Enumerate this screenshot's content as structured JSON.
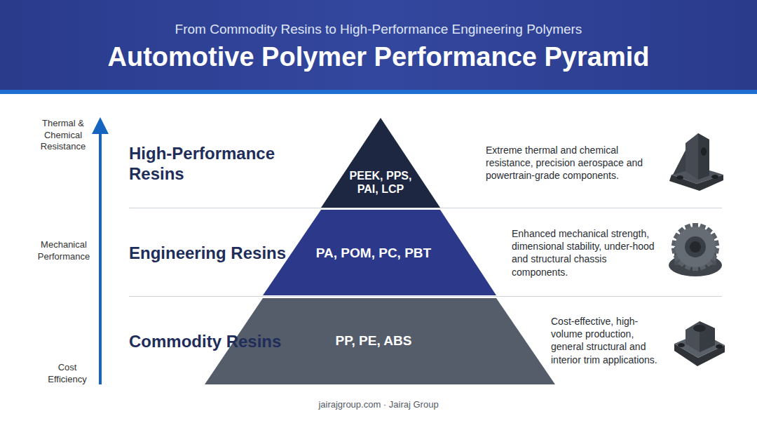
{
  "diagram": {
    "title": "Automotive Polymer Performance Pyramid",
    "caption": "jairajgroup.com · Jairaj Group",
    "nodes": [
      {
        "text": [
          "High-Performance Resins",
          "PEEK, PPS, PAI, LCP"
        ]
      },
      {
        "text": [
          "Engineering Resins",
          "PA, POM, PC, PBT"
        ]
      },
      {
        "text": [
          "Commodity Resins",
          "PP, PE, ABS"
        ]
      }
    ],
    "labels": [
      "From Commodity Resins to High-Performance Engineering Polymers",
      "Thermal & Chemical Resistance",
      "Mechanical Performance",
      "Cost Efficiency",
      "Extreme thermal and chemical resistance, precision aerospace and powertrain-grade components.",
      "Enhanced mechanical strength, dimensional stability, under-hood and structural chassis components.",
      "Cost-effective, high-volume production, general structural and interior trim applications."
    ]
  }
}
